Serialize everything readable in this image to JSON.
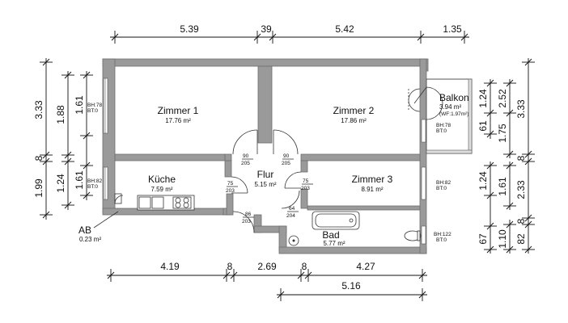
{
  "rooms": [
    {
      "name": "Zimmer 1",
      "area": "17.76 m²"
    },
    {
      "name": "Zimmer 2",
      "area": "17.86 m²"
    },
    {
      "name": "Küche",
      "area": "7.59 m²"
    },
    {
      "name": "Flur",
      "area": "5.15 m²"
    },
    {
      "name": "Zimmer 3",
      "area": "8.91 m²"
    },
    {
      "name": "Bad",
      "area": "5.77 m²"
    },
    {
      "name": "Balkon",
      "area": "3.94 m²",
      "note": "(WF:1.97m²)"
    },
    {
      "name": "AB",
      "area": "0.23 m²"
    }
  ],
  "dims_top": [
    "5.39",
    "39",
    "5.42",
    "1.35"
  ],
  "dims_bottom_1": [
    "4.19",
    "8",
    "2.69",
    "8",
    "4.27"
  ],
  "dims_bottom_2": [
    "5.16"
  ],
  "dims_left_outer": [
    "3.33",
    "8",
    "1.99"
  ],
  "dims_left_inner": [
    "1.88",
    "1.61",
    "1.24",
    "1.61"
  ],
  "dims_right_inner": [
    "1.24",
    "2.52",
    "61",
    "1.75",
    "1.24",
    "1.61",
    "67",
    "1.10",
    "82"
  ],
  "dims_right_outer": [
    "3.33",
    "8",
    "2.33",
    "8"
  ],
  "doors": [
    {
      "w": "90",
      "h": "205"
    },
    {
      "w": "90",
      "h": "205"
    },
    {
      "w": "75",
      "h": "203"
    },
    {
      "w": "75",
      "h": "203"
    },
    {
      "w": "86",
      "h": "203"
    },
    {
      "w": "64",
      "h": "204"
    }
  ],
  "windows": [
    {
      "bh": "BH:78",
      "bt": "BT:0"
    },
    {
      "bh": "BH:82",
      "bt": "BT:0"
    },
    {
      "bh": "BH:78",
      "bt": "BT:0"
    },
    {
      "bh": "BH:82",
      "bt": "BT:0"
    },
    {
      "bh": "BH:122",
      "bt": "BT:0"
    }
  ]
}
